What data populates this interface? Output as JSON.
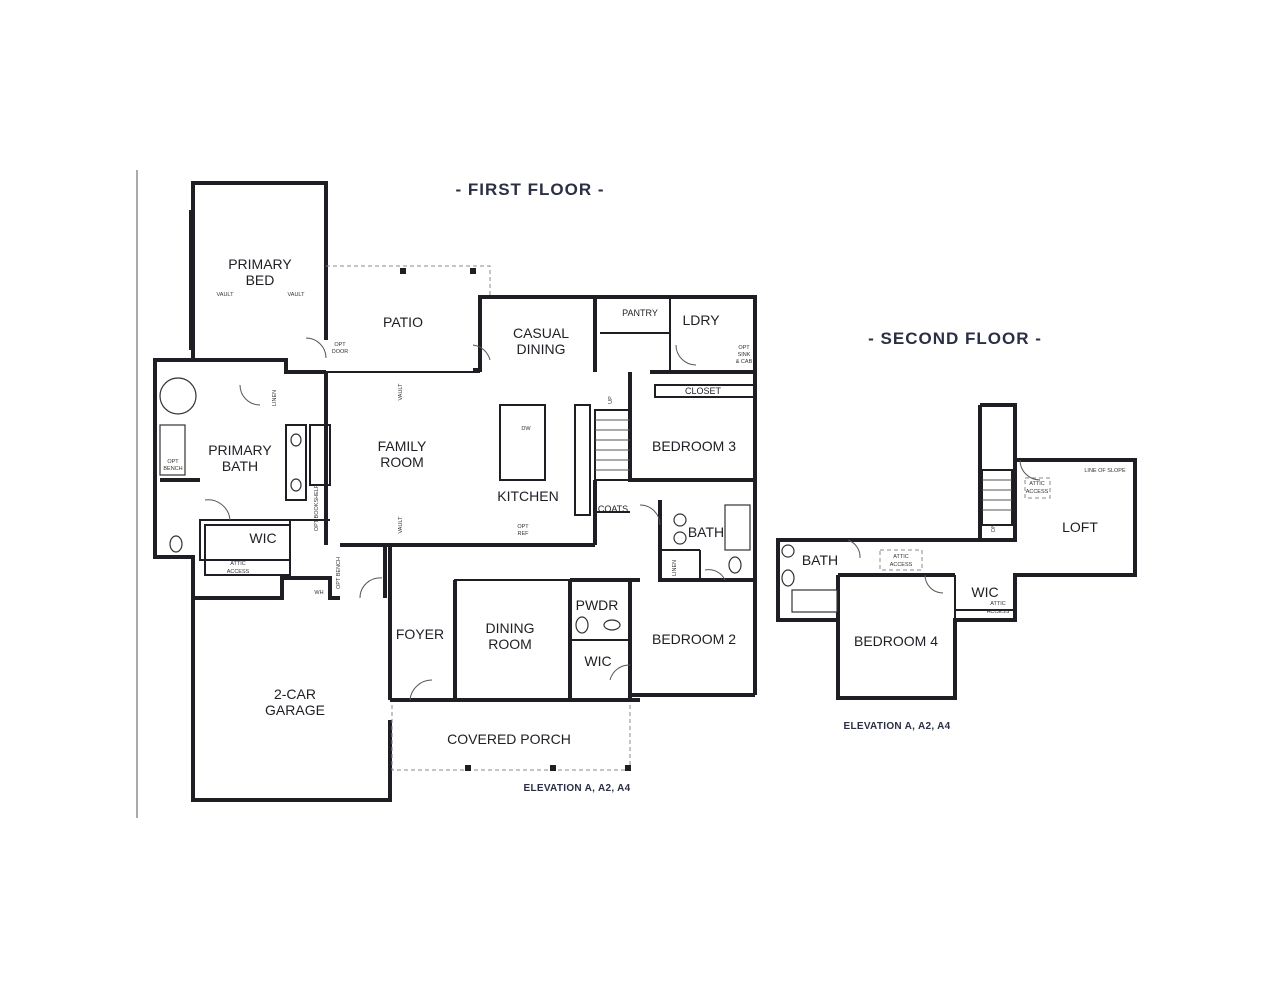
{
  "headings": {
    "first_floor": "- FIRST FLOOR -",
    "second_floor": "- SECOND FLOOR -"
  },
  "elevations": {
    "first_floor": "ELEVATION A, A2, A4",
    "second_floor": "ELEVATION A, A2, A4"
  },
  "first_floor_rooms": {
    "primary_bed_1": "PRIMARY",
    "primary_bed_2": "BED",
    "patio": "PATIO",
    "casual_dining_1": "CASUAL",
    "casual_dining_2": "DINING",
    "pantry": "PANTRY",
    "laundry": "LDRY",
    "family_room_1": "FAMILY",
    "family_room_2": "ROOM",
    "kitchen": "KITCHEN",
    "bedroom_3": "BEDROOM 3",
    "closet": "CLOSET",
    "primary_bath_1": "PRIMARY",
    "primary_bath_2": "BATH",
    "wic_primary": "WIC",
    "bath": "BATH",
    "coats": "COATS",
    "foyer": "FOYER",
    "dining_room_1": "DINING",
    "dining_room_2": "ROOM",
    "powder": "PWDR",
    "wic_bed2": "WIC",
    "bedroom_2": "BEDROOM 2",
    "garage_1": "2-CAR",
    "garage_2": "GARAGE",
    "covered_porch": "COVERED PORCH"
  },
  "first_floor_notes": {
    "vault_left": "VAULT",
    "vault_right": "VAULT",
    "vault_family_top": "VAULT",
    "vault_family_bottom": "VAULT",
    "opt_door_1": "OPT",
    "opt_door_2": "DOOR",
    "linen_primary": "LINEN",
    "opt_bench_primary_1": "OPT",
    "opt_bench_primary_2": "BENCH",
    "opt_bookshelf": "OPT BOOKSHELF",
    "attic_access_1": "ATTIC",
    "attic_access_2": "ACCESS",
    "wh": "WH",
    "opt_bench": "OPT BENCH",
    "dw": "DW",
    "opt_ref_1": "OPT",
    "opt_ref_2": "REF",
    "opt_sink_1": "OPT",
    "opt_sink_2": "SINK",
    "opt_sink_3": "& CAB",
    "up": "UP",
    "linen_bath": "LINEN"
  },
  "second_floor_rooms": {
    "loft": "LOFT",
    "bath": "BATH",
    "wic": "WIC",
    "bedroom_4": "BEDROOM 4"
  },
  "second_floor_notes": {
    "line_of_slope": "LINE OF SLOPE",
    "attic_access_loft_1": "ATTIC",
    "attic_access_loft_2": "ACCESS",
    "attic_access_hall_1": "ATTIC",
    "attic_access_hall_2": "ACCESS",
    "attic_access_wic_1": "ATTIC",
    "attic_access_wic_2": "ACCESS",
    "dn": "DN"
  }
}
